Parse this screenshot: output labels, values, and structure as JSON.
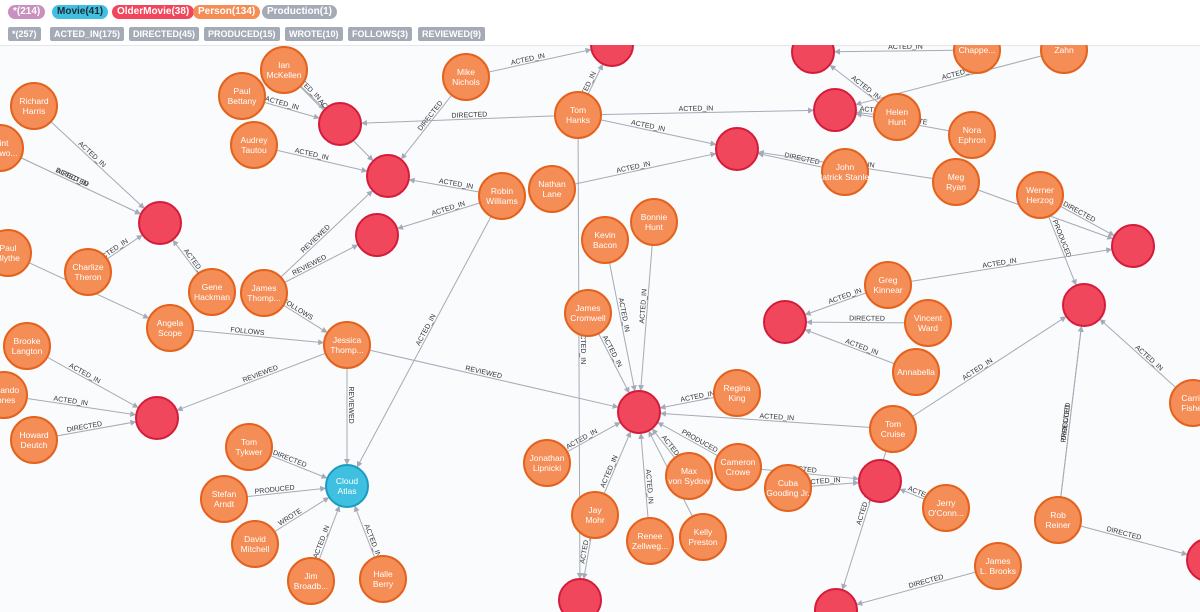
{
  "labels_bar": [
    {
      "text": "*(214)",
      "bg": "#c990c0",
      "fg": "#ffffff"
    },
    {
      "text": "Movie(41)",
      "bg": "#40c0e0",
      "fg": "#1e2b36"
    },
    {
      "text": "OlderMovie(38)",
      "bg": "#f1475d",
      "fg": "#ffffff"
    },
    {
      "text": "Person(134)",
      "bg": "#f58d56",
      "fg": "#ffffff"
    },
    {
      "text": "Production(1)",
      "bg": "#a5abb6",
      "fg": "#ffffff"
    }
  ],
  "rels_bar": [
    "*(257)",
    "ACTED_IN(175)",
    "DIRECTED(45)",
    "PRODUCED(15)",
    "WROTE(10)",
    "FOLLOWS(3)",
    "REVIEWED(9)"
  ],
  "colors": {
    "person": "#f58d56",
    "person_stroke": "#e3621d",
    "older": "#f1475d",
    "older_stroke": "#d41c3a",
    "movie": "#40c0e0",
    "movie_stroke": "#1a9cc0",
    "edge": "#a5abb6"
  },
  "persons": [
    "Ian McKellen",
    "Mike Nichols",
    "Richard Harris",
    "Paul Bettany",
    "Audrey Tautou",
    "Tom Hanks",
    "Clint Eastwo...",
    "Robin Williams",
    "Nathan Lane",
    "Bonnie Hunt",
    "Kevin Bacon",
    "Charlize Theron",
    "Gene Hackman",
    "James Thomp...",
    "Paul Blythe",
    "Angela Scope",
    "Jessica Thomp...",
    "Brooke Langton",
    "Orlando Jones",
    "Howard Deutch",
    "James Cromwell",
    "Tom Tykwer",
    "Stefan Arndt",
    "David Mitchell",
    "Jim Broadb...",
    "Halle Berry",
    "Jonathan Lipnicki",
    "Jay Mohr",
    "Renee Zellweg...",
    "Max von Sydow",
    "Kelly Preston",
    "Regina King",
    "Cameron Crowe",
    "Cuba Gooding Jr.",
    "Tom Cruise",
    "John Patrick Stanley",
    "Helen Hunt",
    "Nora Ephron",
    "Meg Ryan",
    "Greg Kinnear",
    "Vincent Ward",
    "Annabella",
    "Werner Herzog",
    "Chappe...",
    "Zahn",
    "Jerry O'Conn...",
    "James L. Brooks",
    "Rob Reiner",
    "Carrie Fisher"
  ],
  "movie": "Cloud Atlas",
  "edge_types": [
    "ACTED_IN",
    "DIRECTED",
    "PRODUCED",
    "WROTE",
    "FOLLOWS",
    "REVIEWED"
  ]
}
